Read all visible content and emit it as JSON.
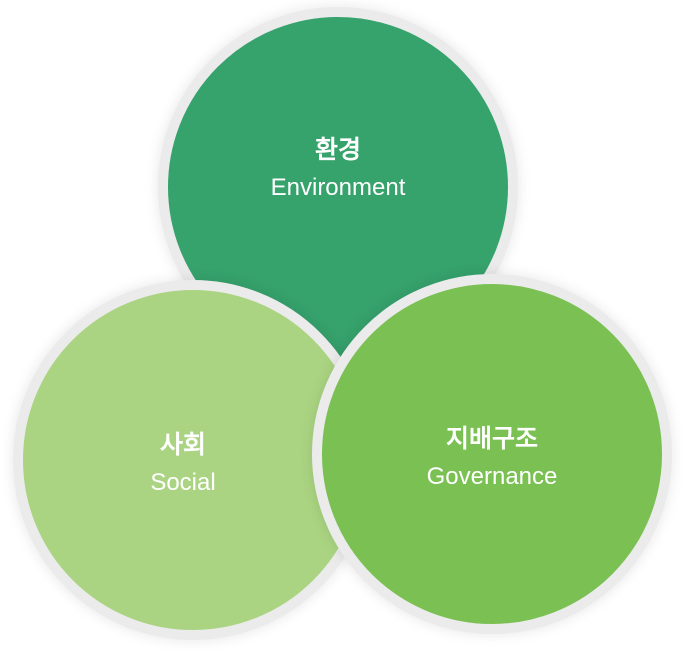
{
  "diagram": {
    "type": "venn-3-circles",
    "circles": [
      {
        "id": "environment",
        "title_ko": "환경",
        "title_en": "Environment",
        "color": "#36a26c",
        "position": "top"
      },
      {
        "id": "social",
        "title_ko": "사회",
        "title_en": "Social",
        "color": "#aad482",
        "position": "bottom-left"
      },
      {
        "id": "governance",
        "title_ko": "지배구조",
        "title_en": "Governance",
        "color": "#7bc053",
        "position": "bottom-right"
      }
    ],
    "gap_color": "#ebebeb",
    "text_color": "#ffffff"
  }
}
